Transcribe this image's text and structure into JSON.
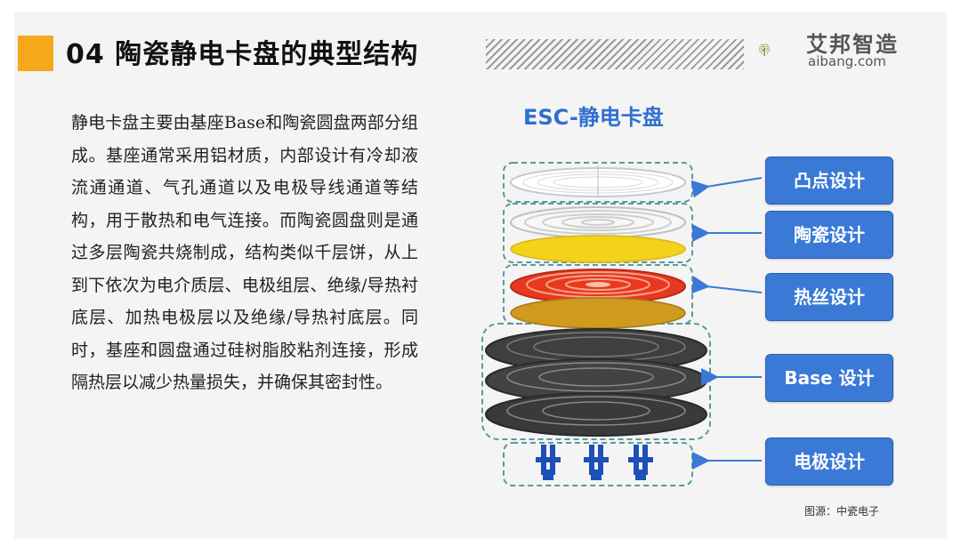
{
  "header": {
    "title": "04 陶瓷静电卡盘的典型结构",
    "logo_cn": "艾邦智造",
    "logo_en": "aibang.com"
  },
  "body": {
    "paragraph": "静电卡盘主要由基座Base和陶瓷圆盘两部分组成。基座通常采用铝材质，内部设计有冷却液流通通道、气孔通道以及电极导线通道等结构，用于散热和电气连接。而陶瓷圆盘则是通过多层陶瓷共烧制成，结构类似千层饼，从上到下依次为电介质层、电极组层、绝缘/导热衬底层、加热电极层以及绝缘/导热衬底层。同时，基座和圆盘通过硅树脂胶粘剂连接，形成隔热层以减少热量损失，并确保其密封性。"
  },
  "diagram": {
    "title": "ESC-静电卡盘",
    "labels": {
      "bump": "凸点设计",
      "ceramic": "陶瓷设计",
      "heater": "热丝设计",
      "base": "Base 设计",
      "electrode": "电极设计"
    },
    "colors": {
      "accent": "#f5a81c",
      "label_bg": "#3a79d6",
      "dash": "#5a9a9a",
      "arrow": "#3a79d6",
      "yellow_disk": "#f2d21a",
      "red_disk": "#e8381e",
      "amber_disk": "#cf9a1e",
      "dark_disk": "#3f3f3f"
    }
  },
  "source": "图源：中瓷电子"
}
